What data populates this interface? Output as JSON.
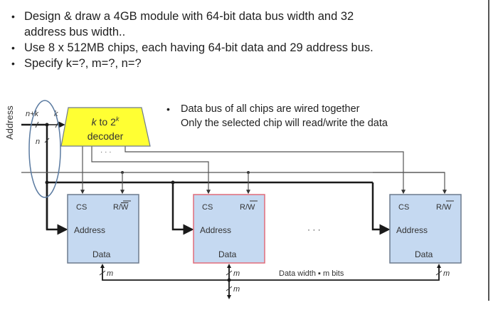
{
  "task_bullets": [
    "Design & draw a 4GB module with 64-bit data bus width and 32",
    "address bus width..",
    "Use 8 x 512MB chips, each having 64-bit data and 29 address bus.",
    "Specify k=?,   m=?,   n=?"
  ],
  "notes": [
    "Data bus of all chips are wired together",
    "Only the selected chip will read/write the data"
  ],
  "diagram": {
    "address_label": "Address",
    "bus_labels": {
      "n_plus_k": "n+k",
      "k": "k",
      "n": "n"
    },
    "decoder": {
      "line1_prefix": "k",
      "line1_mid": " to 2",
      "line1_sup": "k",
      "line2": "decoder",
      "fill": "#ffff33"
    },
    "decoder_ellipsis": "· · ·",
    "chips": [
      {
        "cs": "CS",
        "rw_r": "R/",
        "rw_w": "W",
        "address": "Address",
        "data": "Data",
        "m": "m",
        "highlight": false
      },
      {
        "cs": "CS",
        "rw_r": "R/",
        "rw_w": "W",
        "address": "Address",
        "data": "Data",
        "m": "m",
        "highlight": true
      },
      {
        "cs": "CS",
        "rw_r": "R/",
        "rw_w": "W",
        "address": "Address",
        "data": "Data",
        "m": "m",
        "highlight": false
      }
    ],
    "chips_ellipsis": "· · ·",
    "data_width_label": "Data width ▪ m bits",
    "data_out_m": "m",
    "colors": {
      "chip_fill": "#c5d9f1",
      "chip_border": "#6d7b8d",
      "highlight_border": "#e06c7a",
      "ellipse": "#5a7aa0",
      "wire": "#1a1a1a",
      "thin_wire": "#555555"
    }
  }
}
